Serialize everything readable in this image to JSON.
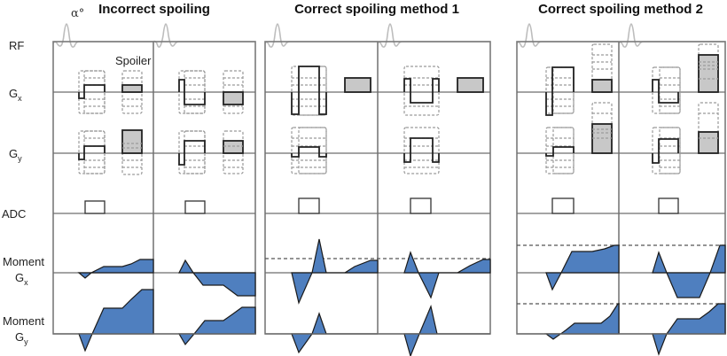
{
  "figure": {
    "panels": [
      {
        "title": "Incorrect spoiling"
      },
      {
        "title": "Correct spoiling method 1"
      },
      {
        "title": "Correct spoiling method 2"
      }
    ],
    "row_labels": {
      "rf": "RF",
      "gx_main": "G",
      "gx_sub": "x",
      "gy_main": "G",
      "gy_sub": "y",
      "adc": "ADC",
      "moment_gx_line1": "Moment",
      "moment_gx_main": "G",
      "moment_gx_sub": "x",
      "moment_gy_line1": "Moment",
      "moment_gy_main": "G",
      "moment_gy_sub": "y"
    },
    "annotations": {
      "flip_angle": "α°",
      "spoiler": "Spoiler"
    },
    "colors": {
      "moment_fill": "#4f7fbf",
      "spoiler_fill": "#c8c8c8",
      "rf_pulse": "#bdbdbd"
    }
  }
}
